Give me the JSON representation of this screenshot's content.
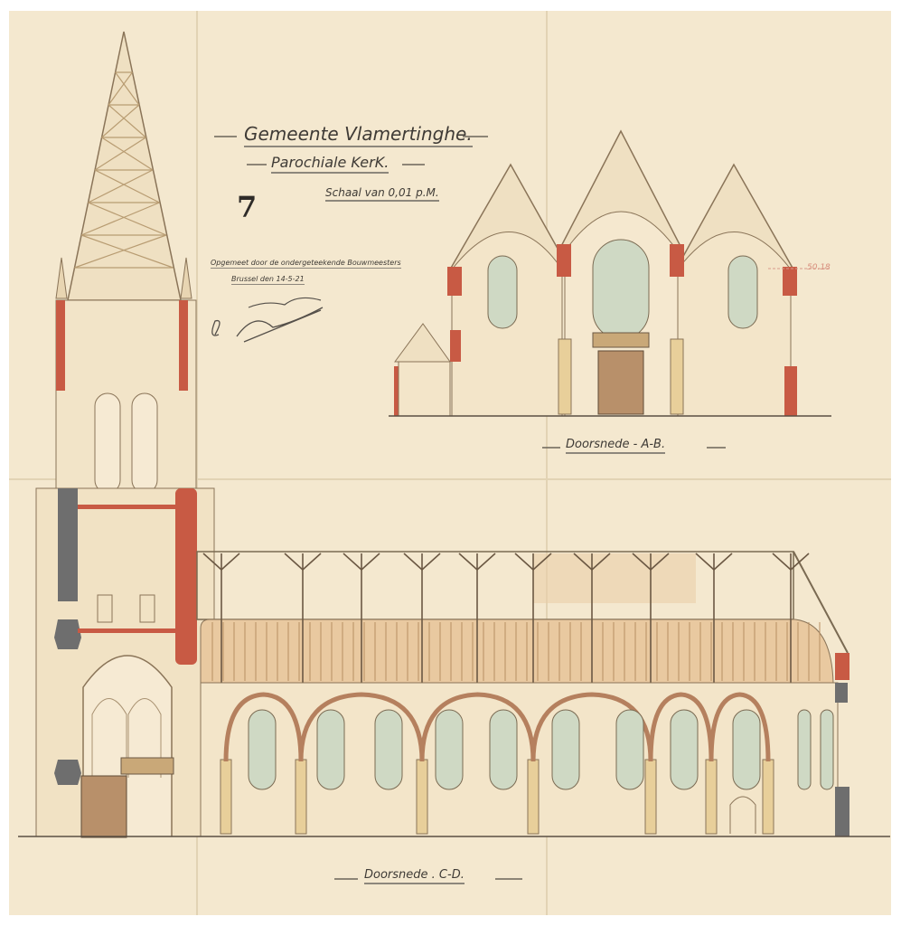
{
  "sheet": {
    "number": "7",
    "title": "Gemeente Vlamertinghe.",
    "subtitle": "Parochiale KerK.",
    "scale": "Schaal van 0,01 p.M.",
    "surveyed_by": "Opgemeet door de ondergeteekende Bouwmeesters",
    "place_date": "Brussel den 14-5-21",
    "signatures": [
      "Emm. Ackx",
      "J. Merom"
    ],
    "annotation": "50.18"
  },
  "sections": {
    "ab_label": "Doorsnede - A-B.",
    "cd_label": "Doorsnede . C-D."
  },
  "colors": {
    "paper": "#f4e8cf",
    "section_red": "#c85a44",
    "section_grey": "#6e6e6e",
    "timber": "#c9a878",
    "glass": "#cfd9c4",
    "ink": "#5a4f43"
  }
}
